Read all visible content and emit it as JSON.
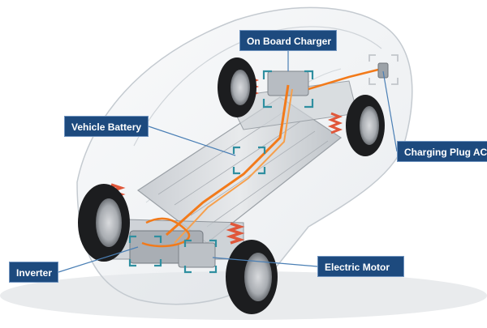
{
  "labels": {
    "on_board_charger": "On Board Charger",
    "vehicle_battery": "Vehicle Battery",
    "charging_plug": "Charging Plug AC",
    "inverter": "Inverter",
    "electric_motor": "Electric Motor"
  },
  "colors": {
    "label_bg": "#1d4a7e",
    "leader_line": "#4a7fb5",
    "focus_bracket": "#2f8fa0",
    "wiring": "#f27a1a",
    "spring": "#e0573a"
  }
}
